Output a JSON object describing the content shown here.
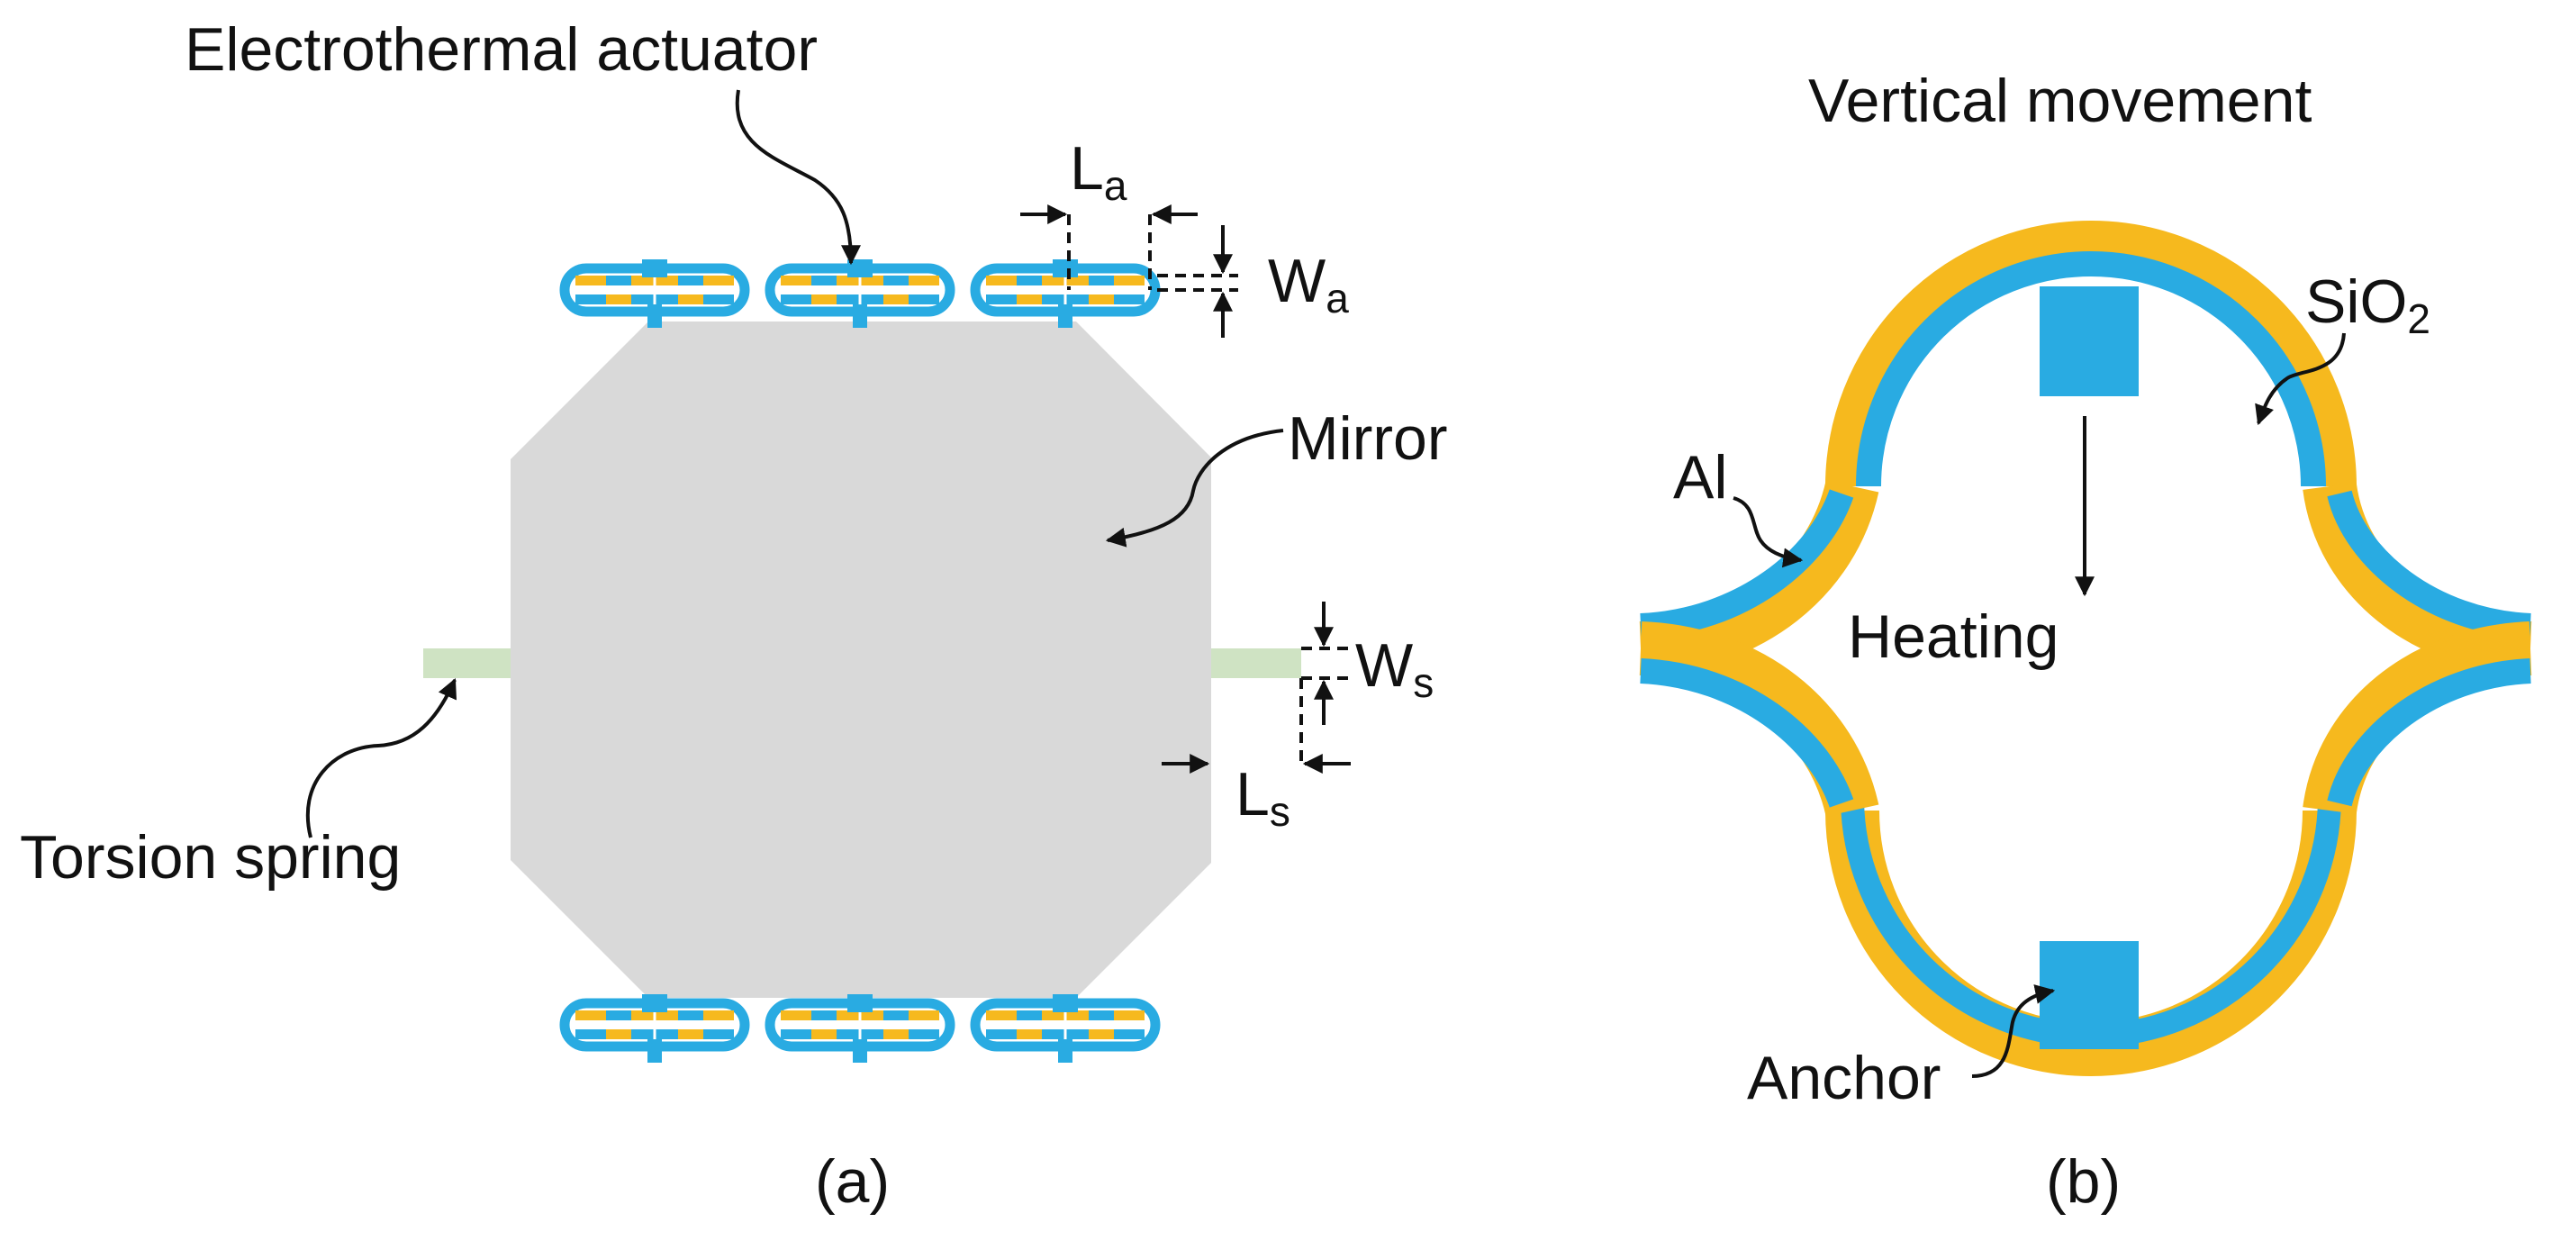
{
  "panel_a": {
    "actuator_label": "Electrothermal actuator",
    "mirror_label": "Mirror",
    "spring_label": "Torsion spring",
    "La": {
      "main": "L",
      "sub": "a"
    },
    "Wa": {
      "main": "W",
      "sub": "a"
    },
    "Ws": {
      "main": "W",
      "sub": "s"
    },
    "Ls": {
      "main": "L",
      "sub": "s"
    },
    "caption": "(a)"
  },
  "panel_b": {
    "title": "Vertical movement",
    "heating_label": "Heating",
    "al_label": "Al",
    "sio2": {
      "main": "SiO",
      "sub": "2"
    },
    "anchor_label": "Anchor",
    "caption": "(b)"
  },
  "colors": {
    "aluminum": "#29abe2",
    "sio2": "#f6b91e",
    "mirror": "#d9d9d9",
    "spring": "#cfe3c3",
    "text": "#111111"
  }
}
